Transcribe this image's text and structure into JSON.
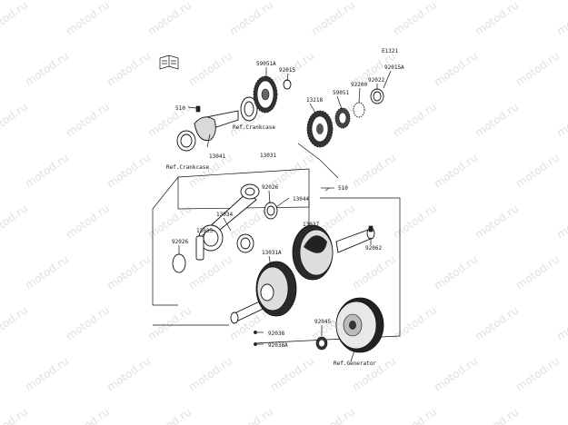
{
  "watermark": "motod.ru",
  "diagram_code": "E1321",
  "parts": {
    "p510a": "510",
    "p510b": "510",
    "p59051A": "59051A",
    "p92015": "92015",
    "p13218": "13218",
    "p59051": "59051",
    "p92200": "92200",
    "p92022": "92022",
    "p92015A": "92015A",
    "p13041": "13041",
    "p13031": "13031",
    "p92026a": "92026",
    "p13044": "13044",
    "p13034": "13034",
    "p13035": "13035",
    "p92026b": "92026",
    "p13037": "13037",
    "p92062": "92062",
    "p13031A": "13031A",
    "p92045": "92045",
    "p92038": "92038",
    "p92038A": "92038A"
  },
  "refs": {
    "crankcase_top": "Ref.Crankcase",
    "crankcase_left": "Ref.Crankcase",
    "generator": "Ref.Generator"
  }
}
